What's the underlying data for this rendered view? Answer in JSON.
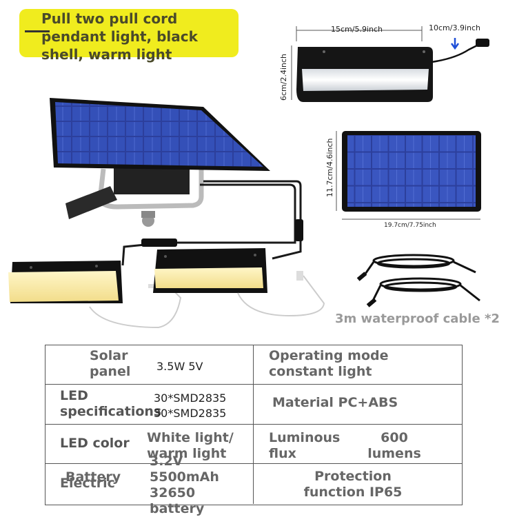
{
  "banner": {
    "title": "Pull two pull cord pendant light, black shell, warm light",
    "color": "#f0ec1e"
  },
  "dimensions": {
    "lamp_width": "15cm/5.9inch",
    "cable_length": "10cm/3.9inch",
    "lamp_height": "6cm/2.4inch",
    "panel_height": "11.7cm/4.6inch",
    "panel_width": "19.7cm/7.75inch"
  },
  "cable_caption": "3m waterproof cable *2",
  "spec_table": {
    "solar_panel_label": "Solar panel",
    "solar_panel_value": "3.5W  5V",
    "operating_mode_label": "Operating mode constant light",
    "led_spec_label": "LED specifications",
    "led_spec_value_1": "30*SMD2835",
    "led_spec_value_2": "30*SMD2835",
    "material_label": "Material PC+ABS",
    "led_color_label": "LED color",
    "led_color_value": "White light/ warm light",
    "luminous_label": "Luminous flux",
    "luminous_value": "600 lumens",
    "battery_label": "Battery",
    "electric_label": "Electric",
    "battery_value": "3.2V 5500mAh 32650 battery",
    "protection_label": "Protection function IP65"
  },
  "colors": {
    "panel_blue": "#2a3f9e",
    "lamp_light": "#f5e9a8",
    "shell": "#1a1a1a"
  }
}
